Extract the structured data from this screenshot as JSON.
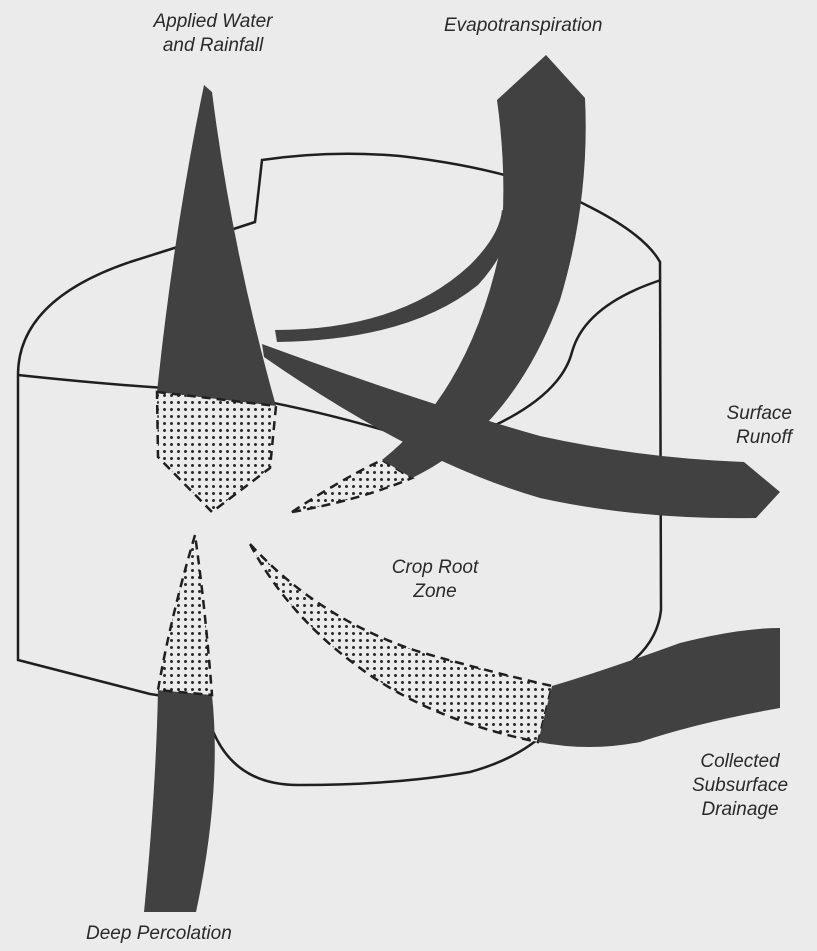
{
  "diagram": {
    "labels": {
      "applied_line1": "Applied Water",
      "applied_line2": "and Rainfall",
      "evapo": "Evapotranspiration",
      "runoff_line1": "Surface",
      "runoff_line2": "Runoff",
      "root_line1": "Crop Root",
      "root_line2": "Zone",
      "drain_line1": "Collected",
      "drain_line2": "Subsurface",
      "drain_line3": "Drainage",
      "deep": "Deep Percolation"
    },
    "colors": {
      "background": "#ebebeb",
      "arrow_fill": "#414141",
      "outline": "#1f1f1f",
      "stipple": "#2a2a2a"
    }
  }
}
